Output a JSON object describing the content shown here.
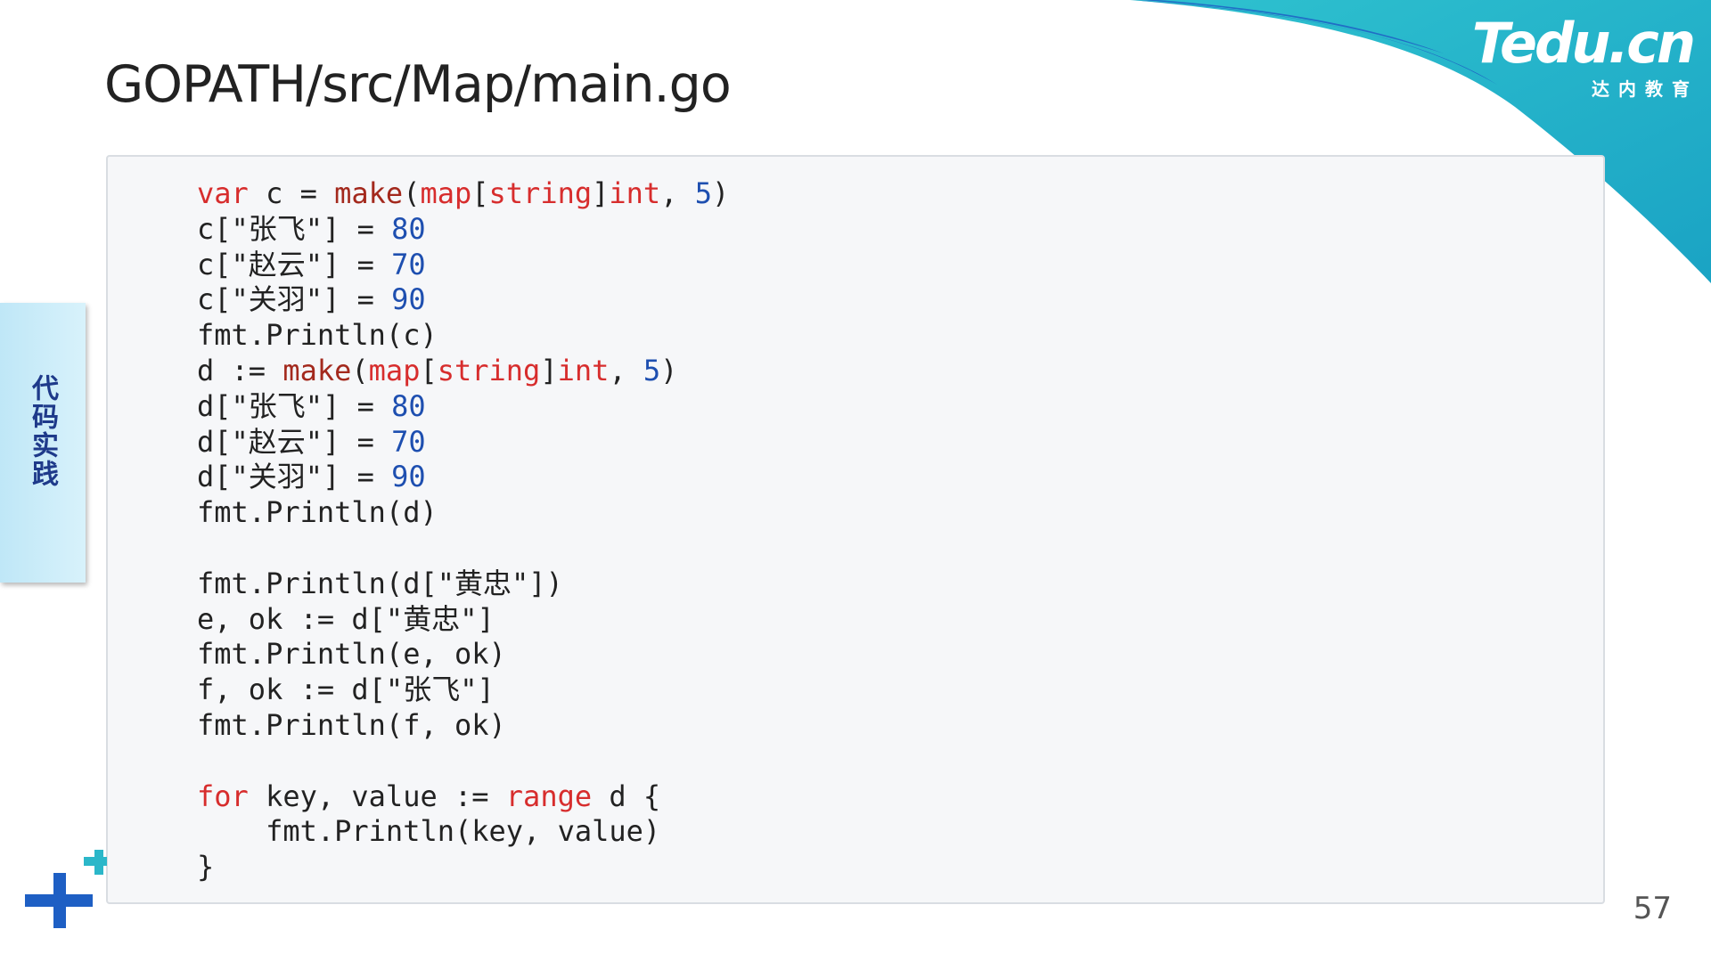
{
  "slide": {
    "title": "GOPATH/src/Map/main.go",
    "side_tab_label": "代码实践",
    "page_number": "57"
  },
  "logo": {
    "name": "Tedu.cn",
    "subtitle": "达内教育"
  },
  "code": {
    "language": "go",
    "lines": [
      "var c = make(map[string]int, 5)",
      "c[\"张飞\"] = 80",
      "c[\"赵云\"] = 70",
      "c[\"关羽\"] = 90",
      "fmt.Println(c)",
      "d := make(map[string]int, 5)",
      "d[\"张飞\"] = 80",
      "d[\"赵云\"] = 70",
      "d[\"关羽\"] = 90",
      "fmt.Println(d)",
      "",
      "fmt.Println(d[\"黄忠\"])",
      "e, ok := d[\"黄忠\"]",
      "fmt.Println(e, ok)",
      "f, ok := d[\"张飞\"]",
      "fmt.Println(f, ok)",
      "",
      "for key, value := range d {",
      "    fmt.Println(key, value)",
      "}"
    ]
  },
  "colors": {
    "keyword": "#d72d2d",
    "builtin_function": "#a3291d",
    "number": "#1e4fb0",
    "text": "#222222",
    "code_background": "#f6f7f9",
    "brand_teal": "#2bb7c9",
    "brand_blue": "#1e5fc4",
    "side_tab": "#c6ebf8"
  }
}
